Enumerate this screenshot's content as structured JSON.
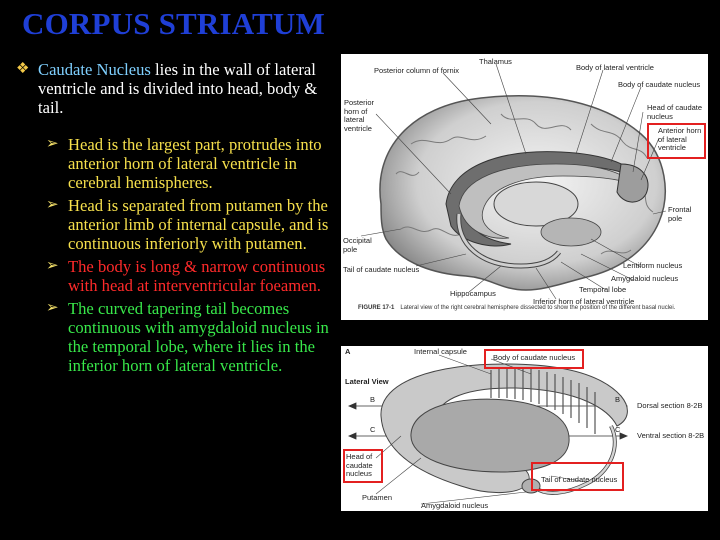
{
  "slide": {
    "title": "CORPUS STRIATUM",
    "intro": {
      "lead": "Caudate Nucleus",
      "rest": " lies in the wall of lateral ventricle and  is divided into head, body & tail."
    },
    "points": [
      {
        "text": "Head is the largest part, protrudes into anterior horn of lateral ventricle in cerebral hemispheres.",
        "color": "#f6e04c"
      },
      {
        "text": "Head is separated from putamen by the anterior limb of internal capsule, and is continuous inferiorly with putamen.",
        "color": "#f6e04c"
      },
      {
        "text": "The body is long & narrow continuous with head at interventricular foeamen.",
        "color": "#ff2a2a"
      },
      {
        "text": "The curved tapering tail becomes continuous with amygdaloid nucleus in the temporal lobe, where it lies in the inferior horn of lateral ventricle.",
        "color": "#38e84a"
      }
    ]
  },
  "figure1": {
    "labels": {
      "thalamus": "Thalamus",
      "posterior_column_fornix": "Posterior column of fornix",
      "body_lateral_ventricle": "Body of lateral ventricle",
      "body_caudate": "Body of caudate nucleus",
      "posterior_horn": "Posterior horn of lateral ventricle",
      "head_caudate": "Head of caudate nucleus",
      "anterior_horn": "Anterior horn of lateral ventricle",
      "frontal_pole": "Frontal pole",
      "occipital_pole": "Occipital pole",
      "tail_caudate": "Tail of caudate nucleus",
      "lentiform": "Lentiform nucleus",
      "amygdaloid": "Amygdaloid nucleus",
      "temporal_lobe": "Temporal lobe",
      "hippocampus": "Hippocampus",
      "inferior_horn": "Inferior horn of lateral ventricle"
    },
    "caption_number": "FIGURE 17-1",
    "caption_text": "Lateral view of the right cerebral hemisphere dissected to show the position of the different basal nuclei."
  },
  "figure2": {
    "labels": {
      "panel_letter": "A",
      "lateral_view": "Lateral View",
      "internal_capsule": "Internal capsule",
      "body_caudate": "Body of caudate nucleus",
      "b_left": "B",
      "b_right": "B",
      "c_left": "C",
      "c_right": "C",
      "dorsal_section": "Dorsal section 8-2B",
      "ventral_section": "Ventral section 8-2B",
      "head_caudate": "Head of caudate nucleus",
      "tail_caudate": "Tail of caudate nucleus",
      "putamen": "Putamen",
      "amygdaloid": "Amygdaloid nucleus"
    }
  }
}
